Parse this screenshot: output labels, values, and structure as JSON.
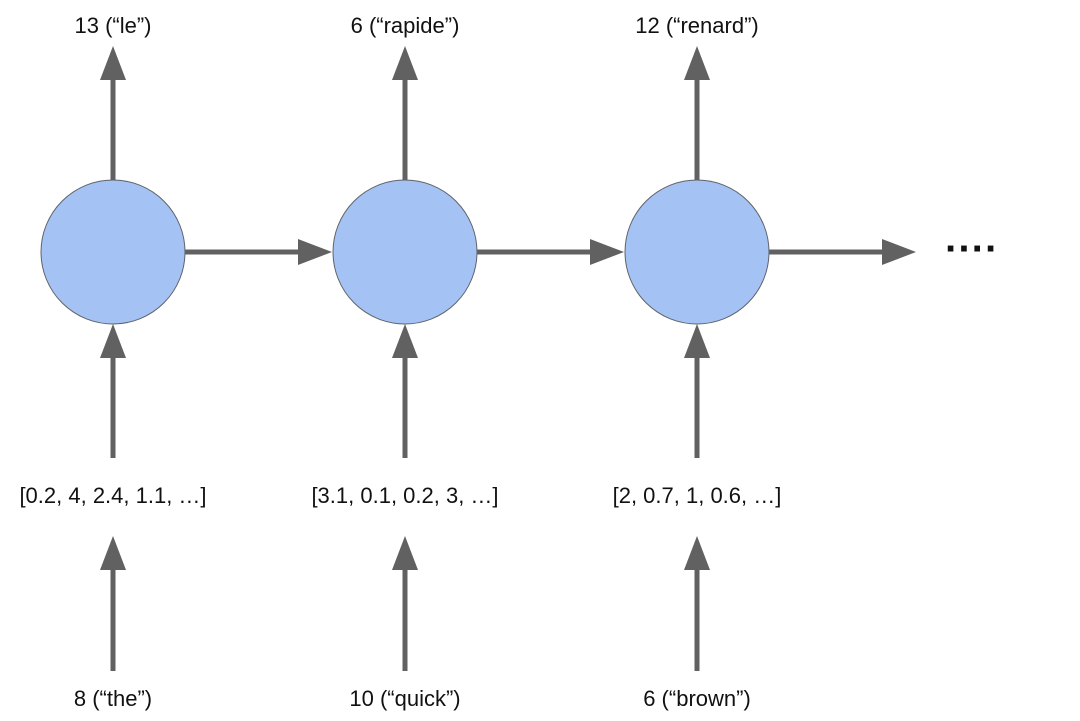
{
  "colors": {
    "node_fill": "#a4c2f4",
    "node_stroke": "#5f6368",
    "arrow": "#616161",
    "text": "#111111"
  },
  "diagram": {
    "outputs": [
      "13 (“le”)",
      "6 (“rapide”)",
      "12 (“renard”)"
    ],
    "vectors": [
      "[0.2, 4, 2.4, 1.1, …]",
      "[3.1, 0.1, 0.2, 3, …]",
      "[2, 0.7, 1, 0.6, …]"
    ],
    "inputs": [
      "8 (“the”)",
      "10 (“quick”)",
      "6 (“brown”)"
    ],
    "continuation": "····"
  }
}
